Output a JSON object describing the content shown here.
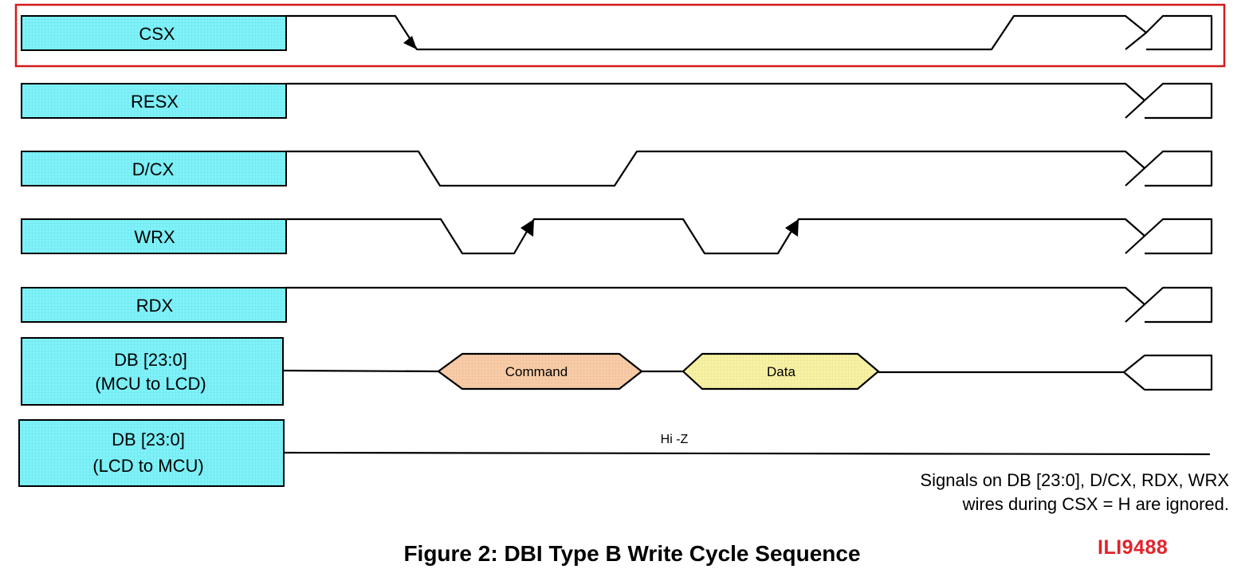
{
  "signals": [
    {
      "label_lines": [
        "CSX"
      ]
    },
    {
      "label_lines": [
        "RESX"
      ]
    },
    {
      "label_lines": [
        "D/CX"
      ]
    },
    {
      "label_lines": [
        "WRX"
      ]
    },
    {
      "label_lines": [
        "RDX"
      ]
    },
    {
      "label_lines": [
        "DB [23:0]",
        "(MCU to LCD)"
      ]
    },
    {
      "label_lines": [
        "DB [23:0]",
        "(LCD to MCU)"
      ]
    }
  ],
  "bus": {
    "command_label": "Command",
    "data_label": "Data",
    "hiz_label": "Hi -Z"
  },
  "note": {
    "line1": "Signals on DB [23:0], D/CX, RDX, WRX",
    "line2": "wires during CSX = H are ignored."
  },
  "caption": "Figure 2: DBI Type B Write Cycle Sequence",
  "brand": "ILI9488",
  "colors": {
    "label_fill": "#7ff3f9",
    "command_fill": "#f8cda8",
    "data_fill": "#f8f2a4",
    "highlight": "#d21a1a",
    "brand": "#e0242c"
  }
}
